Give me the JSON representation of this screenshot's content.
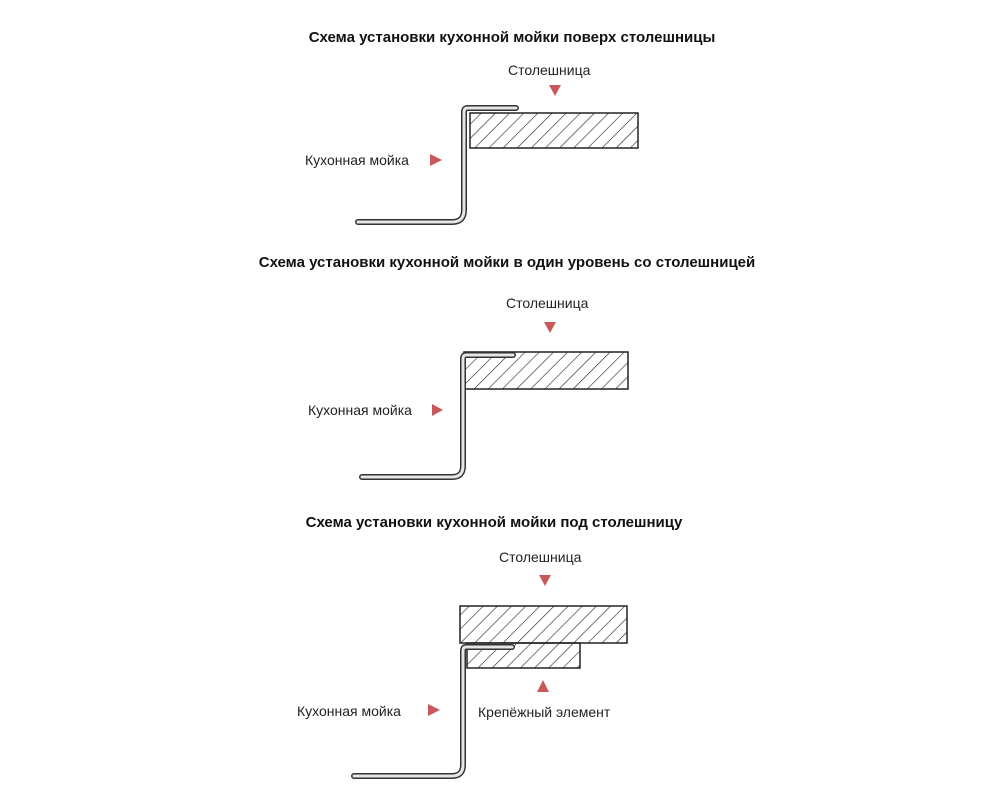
{
  "colors": {
    "arrow": "#c9585a",
    "outline": "#222222",
    "sink_fill": "#e6e6e6"
  },
  "diagrams": [
    {
      "title": "Схема установки кухонной мойки поверх столешницы",
      "countertop_label": "Столешница",
      "sink_label": "Кухонная мойка"
    },
    {
      "title": "Схема установки кухонной мойки в один уровень со столешницей",
      "countertop_label": "Столешница",
      "sink_label": "Кухонная мойка"
    },
    {
      "title": "Схема установки кухонной мойки под столешницу",
      "countertop_label": "Столешница",
      "sink_label": "Кухонная мойка",
      "fastener_label": "Крепёжный элемент"
    }
  ]
}
